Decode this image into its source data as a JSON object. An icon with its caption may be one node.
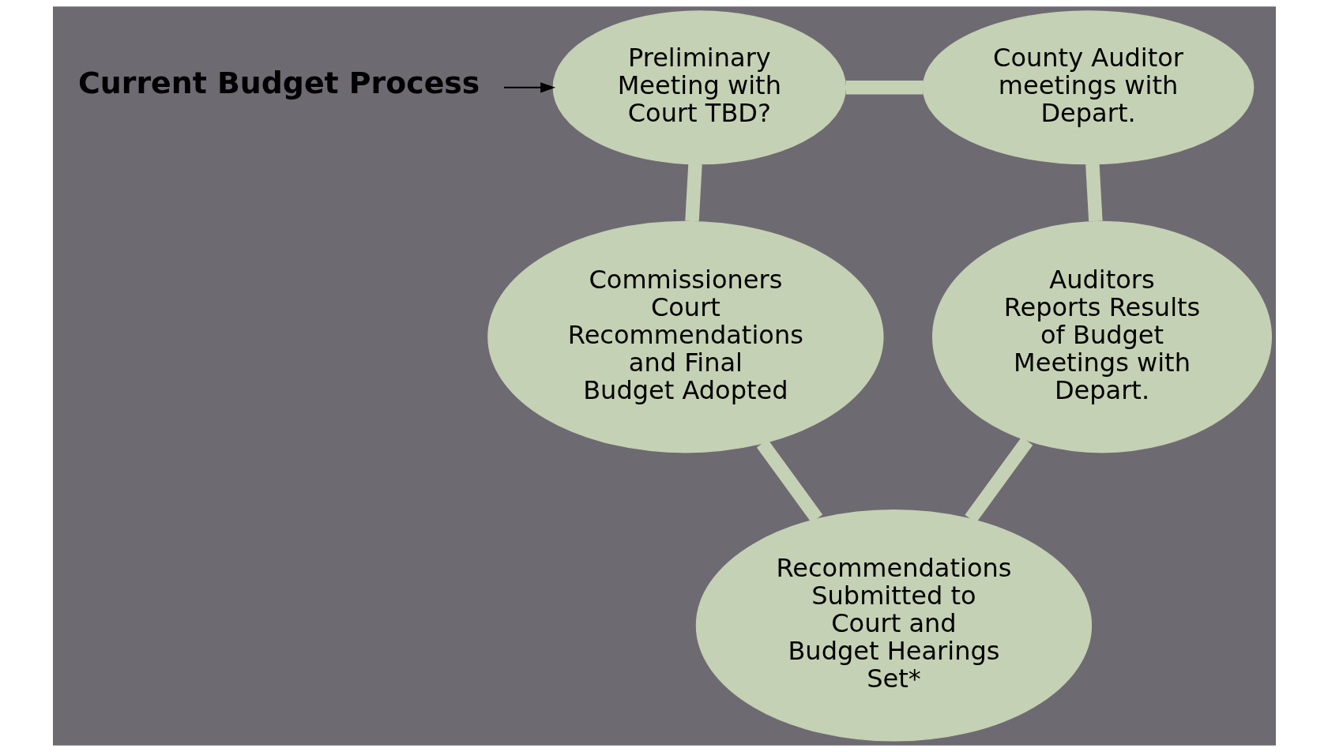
{
  "diagram": {
    "nodes": [
      {
        "text": [
          "Current Budget Process"
        ]
      },
      {
        "text": [
          "Preliminary Meeting with Court TBD?"
        ]
      },
      {
        "text": [
          "County Auditor meetings with Depart."
        ]
      },
      {
        "text": [
          "Commissioners Court Recommendations and Final Budget Adopted"
        ]
      },
      {
        "text": [
          "Auditors Reports Results of Budget Meetings with Depart."
        ]
      },
      {
        "text": [
          "Recommendations Submitted to Court and Budget Hearings Set*"
        ]
      }
    ],
    "edges": [
      {
        "from": 0,
        "to": 1,
        "arrow": "to",
        "color": "#000000"
      },
      {
        "from": 1,
        "to": 2,
        "arrow": "none"
      },
      {
        "from": 2,
        "to": 4,
        "arrow": "none"
      },
      {
        "from": 4,
        "to": 5,
        "arrow": "none"
      },
      {
        "from": 5,
        "to": 3,
        "arrow": "none"
      },
      {
        "from": 3,
        "to": 1,
        "arrow": "none"
      }
    ]
  }
}
